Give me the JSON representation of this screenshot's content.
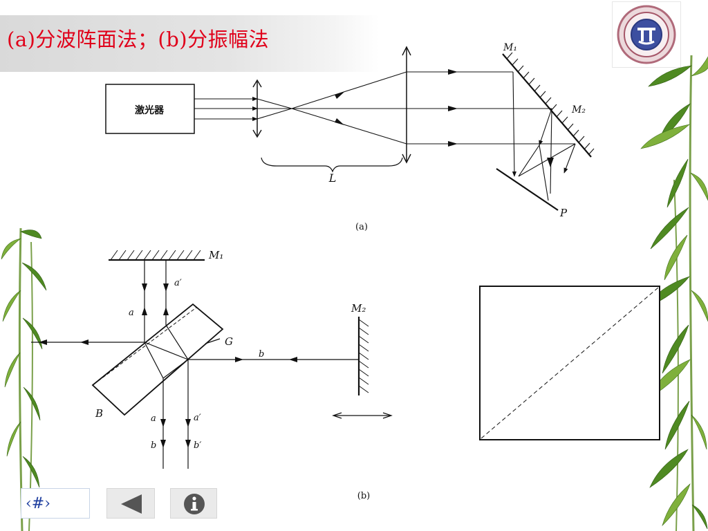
{
  "slide": {
    "title": "(a)分波阵面法；(b)分振幅法"
  },
  "figure_a": {
    "laser_label": "激光器",
    "lens_group_label": "L",
    "mirror1_label": "M₁",
    "mirror2_label": "M₂",
    "screen_label": "P",
    "caption": "(a)"
  },
  "figure_b": {
    "mirror1_label": "M₁",
    "mirror2_label": "M₂",
    "beam_a_top": "a",
    "beam_a_prime_top": "a′",
    "plate_g_label": "G",
    "plate_b_label": "B",
    "beam_b_label": "b",
    "out_a": "a",
    "out_a_prime": "a′",
    "out_b": "b",
    "out_b_prime": "b′",
    "caption": "(b)"
  },
  "nav": {
    "page_label": "‹#›",
    "prev_icon": "left-triangle-icon",
    "info_icon": "info-icon"
  },
  "colors": {
    "title_red": "#e0001a",
    "bamboo_green": "#4f8a22"
  }
}
